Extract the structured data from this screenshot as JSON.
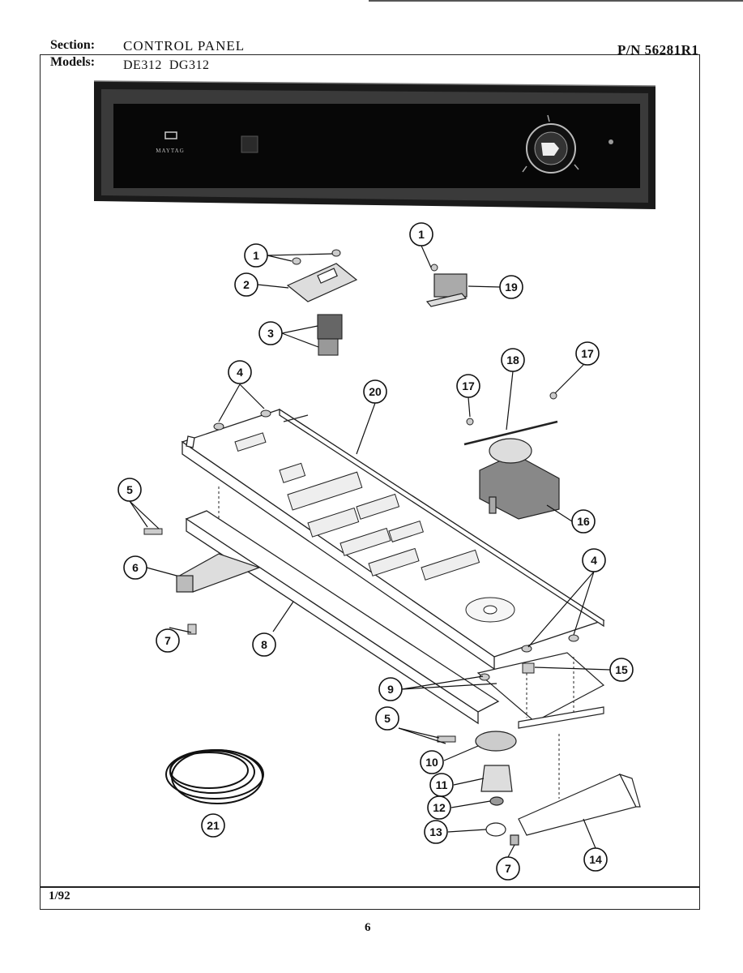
{
  "header": {
    "section_label": "Section:",
    "section_value": "CONTROL PANEL",
    "models_label": "Models:",
    "models_value": "DE312  DG312",
    "part_number": "P/N 56281R1"
  },
  "panel": {
    "brand": "MAYTAG"
  },
  "callouts": [
    "1",
    "2",
    "3",
    "4",
    "5",
    "6",
    "7",
    "8",
    "9",
    "10",
    "11",
    "12",
    "13",
    "14",
    "15",
    "16",
    "17",
    "18",
    "19",
    "20",
    "21"
  ],
  "footer": {
    "date": "1/92",
    "page": "6"
  }
}
